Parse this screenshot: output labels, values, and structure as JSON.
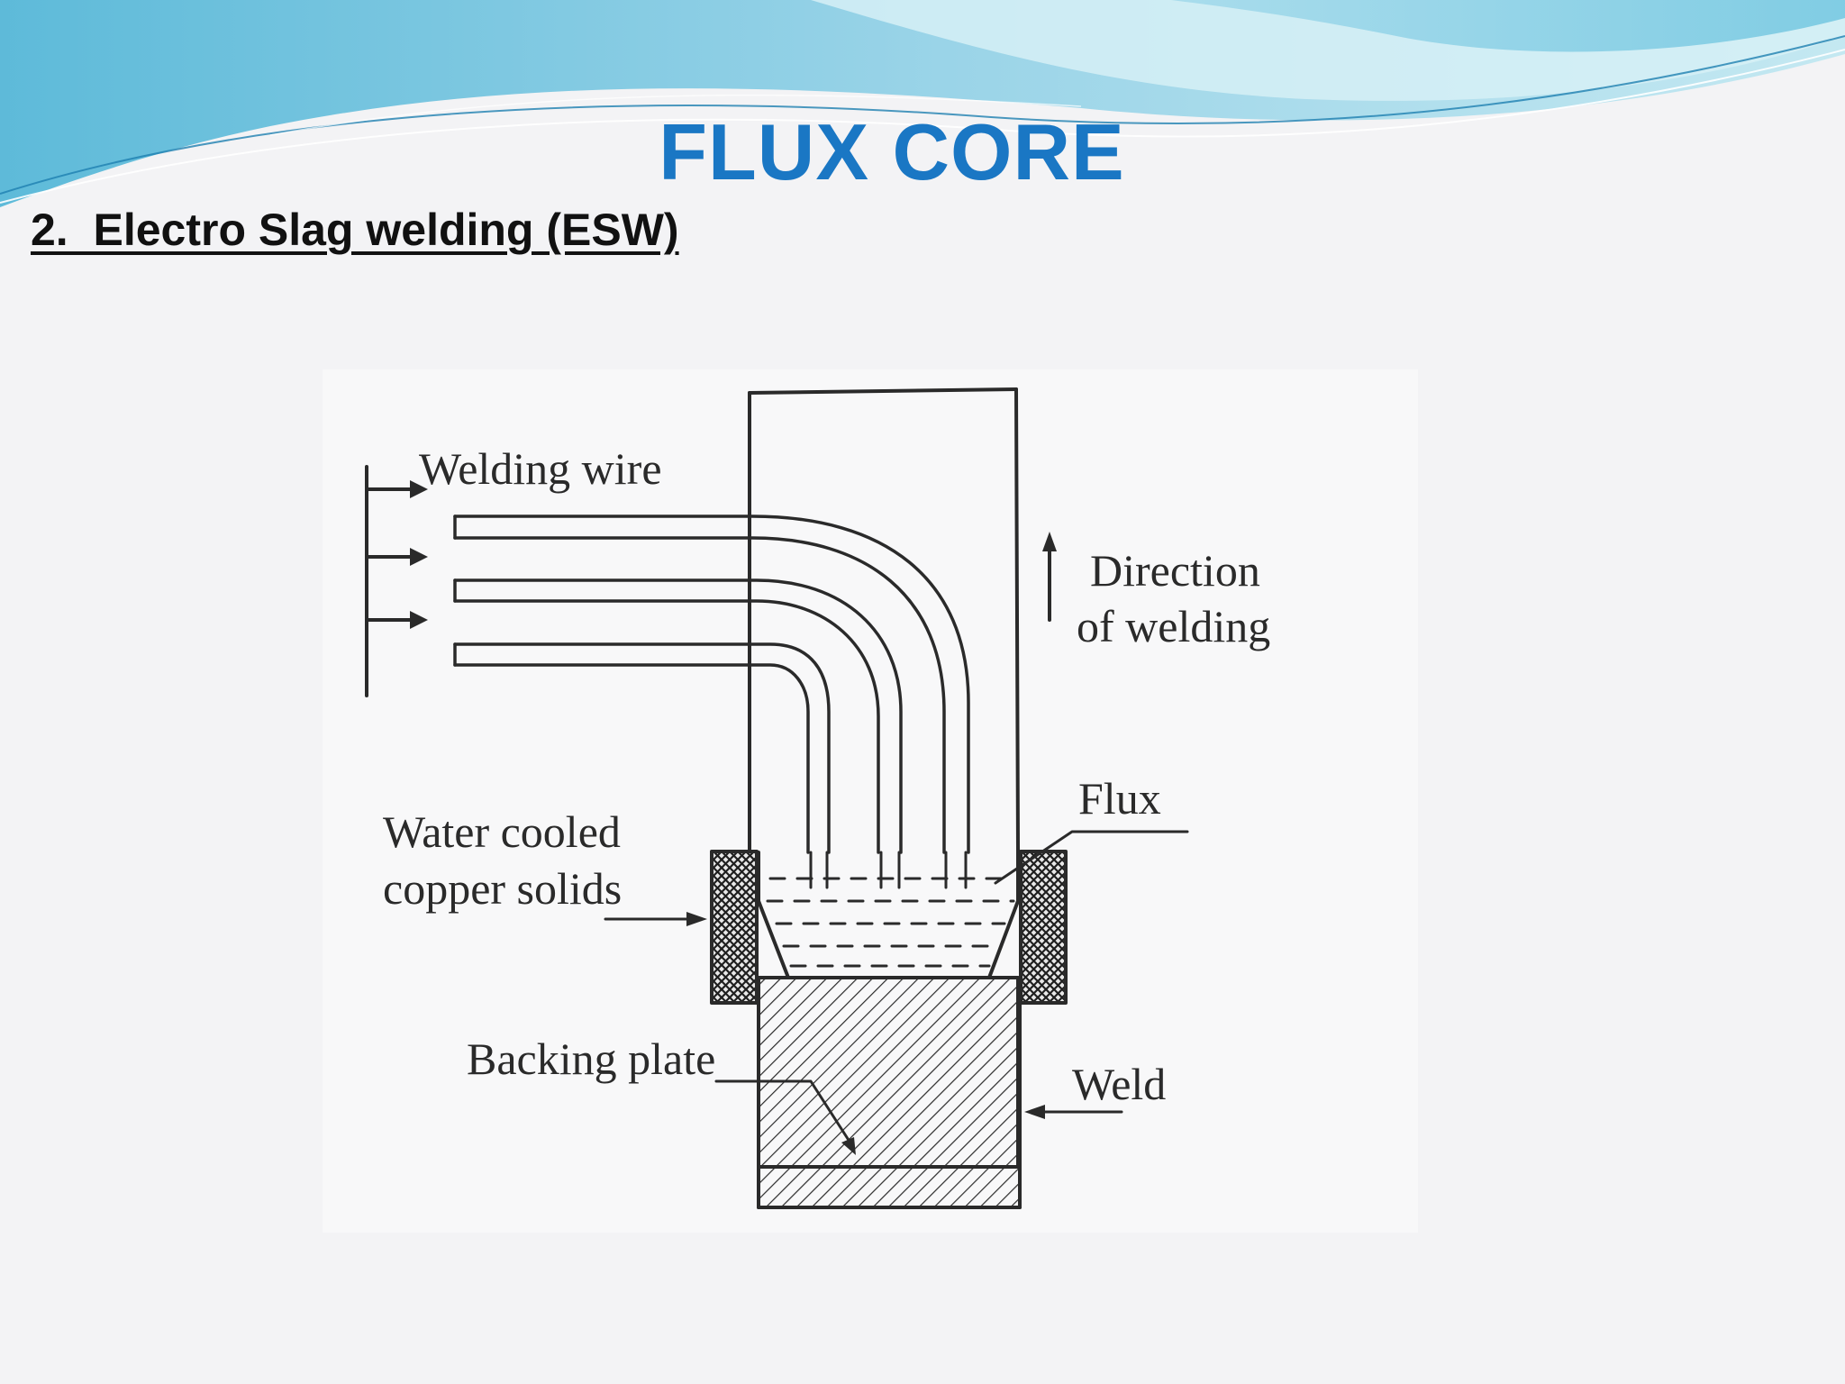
{
  "slide": {
    "title": "FLUX CORE",
    "subtitle": "2.  Electro Slag welding (ESW)"
  },
  "colors": {
    "title": "#1a77c4",
    "wave_light": "#b7e3ef",
    "wave_dark": "#3aa6cf",
    "line": "#2a2a2a"
  },
  "diagram": {
    "labels": {
      "welding_wire": "Welding wire",
      "direction_line1": "Direction",
      "direction_line2": "of welding",
      "flux": "Flux",
      "water_cooled_line1": "Water cooled",
      "water_cooled_line2": "copper solids",
      "backing_plate": "Backing plate",
      "weld": "Weld"
    },
    "wire_count": 3
  }
}
